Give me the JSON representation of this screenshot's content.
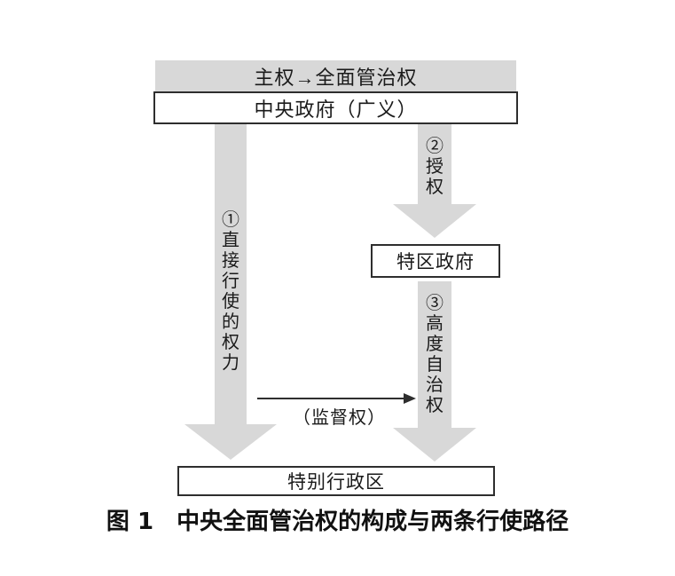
{
  "figure": {
    "sovereignty_box": "主权→全面管治权",
    "central_government_box": "中央政府（广义）",
    "path1_label": "①直接行使的权力",
    "path2_label": "②授权",
    "sar_government_box": "特区政府",
    "path3_label": "③高度自治权",
    "supervision_label": "（监督权）",
    "special_admin_region_box": "特别行政区",
    "caption": {
      "figure_no": "图 1",
      "title": "中央全面管治权的构成与两条行使路径"
    }
  },
  "colors": {
    "gray": "#d8d8d8",
    "line": "#2e2e2e",
    "ink": "#1a1a1a"
  }
}
